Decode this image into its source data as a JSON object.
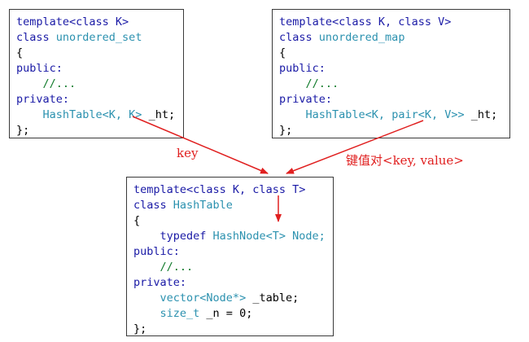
{
  "colors": {
    "keyword": "#1a1aa6",
    "type": "#2b91af",
    "comment": "#0f7a2a",
    "arrow": "#e02020"
  },
  "boxes": {
    "set": {
      "l1_kw": "template",
      "l1_rest": "<class K>",
      "l2_kw": "class",
      "l2_name": "unordered_set",
      "l3": "{",
      "l4": "public:",
      "l5": "    //...",
      "l6": "private:",
      "l7_indent": "    ",
      "l7_type": "HashTable",
      "l7_args": "<K, K>",
      "l7_var": " _ht;",
      "l8": "};"
    },
    "map": {
      "l1_kw": "template",
      "l1_rest": "<class K, class V>",
      "l2_kw": "class",
      "l2_name": "unordered_map",
      "l3": "{",
      "l4": "public:",
      "l5": "    //...",
      "l6": "private:",
      "l7_indent": "    ",
      "l7_type": "HashTable",
      "l7_a": "<K, ",
      "l7_pair": "pair",
      "l7_b": "<K, V>>",
      "l7_var": " _ht;",
      "l8": "};"
    },
    "hash": {
      "l1_kw": "template",
      "l1_rest": "<class K, class T>",
      "l2_kw": "class",
      "l2_name": "HashTable",
      "l3": "{",
      "l4_indent": "    ",
      "l4_kw": "typedef",
      "l4_type": " HashNode",
      "l4_args": "<T>",
      "l4_alias": " Node;",
      "l5": "public:",
      "l6": "    //...",
      "l7": "private:",
      "l8_indent": "    ",
      "l8_type": "vector",
      "l8_args": "<Node*>",
      "l8_var": " _table;",
      "l9_indent": "    ",
      "l9_type": "size_t",
      "l9_var": " _n = 0;",
      "l10": "};"
    }
  },
  "labels": {
    "key": "key",
    "key_value": "键值对<key, value>"
  }
}
